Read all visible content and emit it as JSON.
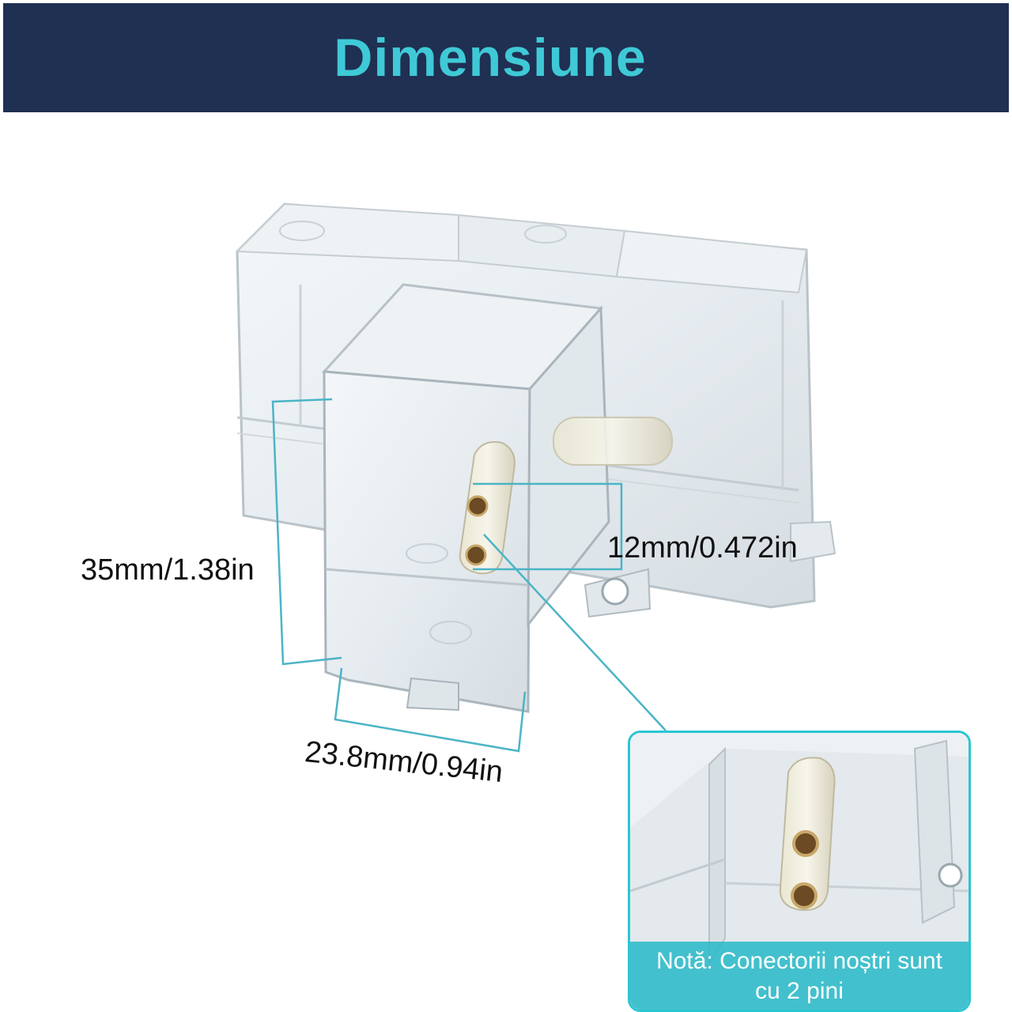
{
  "header": {
    "title": "Dimensiune"
  },
  "dimensions": {
    "height": "35mm/1.38in",
    "pin_spacing": "12mm/0.472in",
    "width": "23.8mm/0.94in"
  },
  "inset": {
    "note_line1": "Notă: Conectorii noștri sunt",
    "note_line2": "cu 2 pini"
  },
  "colors": {
    "header_bg": "#1f3052",
    "title": "#3fc9d6",
    "accent": "#2bc6d2"
  }
}
